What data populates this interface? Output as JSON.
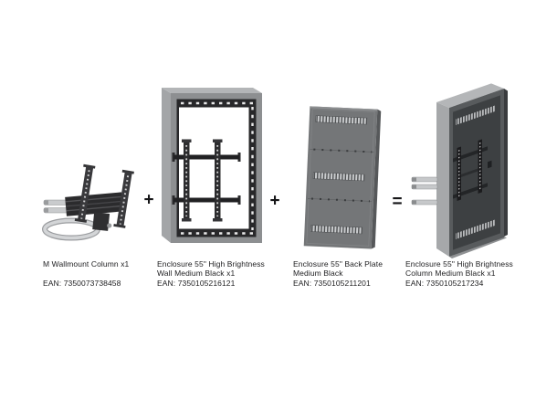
{
  "page": {
    "kind": "product-bundle-composition-diagram",
    "background": "#ffffff"
  },
  "operators": {
    "plus_1": "+",
    "plus_2": "+",
    "equals": "="
  },
  "products": [
    {
      "icon": "wallmount-column-illustration",
      "name_lines": [
        "M Wallmount Column x1",
        ""
      ],
      "ean": "EAN: 7350073738458"
    },
    {
      "icon": "enclosure-wall-illustration",
      "name_lines": [
        "Enclosure 55\" High Brightness",
        "Wall Medium Black x1"
      ],
      "ean": "EAN: 7350105216121"
    },
    {
      "icon": "back-plate-illustration",
      "name_lines": [
        "Enclosure 55\" Back Plate",
        "Medium Black"
      ],
      "ean": "EAN: 7350105211201"
    },
    {
      "icon": "enclosure-column-illustration",
      "name_lines": [
        "Enclosure 55\" High Brightness",
        "Column Medium Black x1"
      ],
      "ean": "EAN: 7350105217234"
    }
  ],
  "colors": {
    "text": "#1d1d1f",
    "operator": "#151517",
    "bracket_dark": "#39393c",
    "mount_black": "#212123",
    "frame_gray": "#8d8f91",
    "frame_side_gray": "#a3a5a7",
    "plate_gray": "#747678",
    "enclosure_front": "#585b5d",
    "enclosure_interior": "#3d4042",
    "tube_gray": "#c6c8ca",
    "vent_light": "#c9cbcd"
  }
}
